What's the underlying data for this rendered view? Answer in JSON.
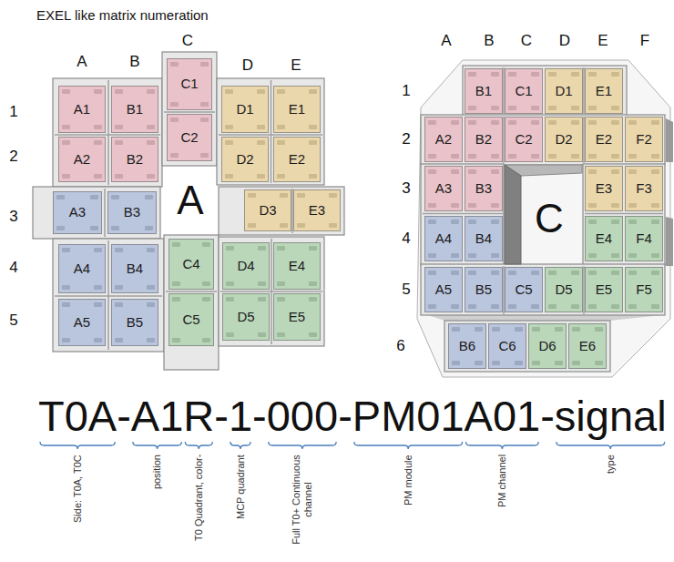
{
  "diagram": {
    "title": "EXEL like matrix numeration",
    "nodes": [
      {
        "text": [
          "A"
        ]
      },
      {
        "text": [
          "A1"
        ],
        "in": 0
      },
      {
        "text": [
          "B1"
        ],
        "in": 0
      },
      {
        "text": [
          "C1"
        ],
        "in": 0
      },
      {
        "text": [
          "D1"
        ],
        "in": 0
      },
      {
        "text": [
          "E1"
        ],
        "in": 0
      },
      {
        "text": [
          "A2"
        ],
        "in": 0
      },
      {
        "text": [
          "B2"
        ],
        "in": 0
      },
      {
        "text": [
          "C2"
        ],
        "in": 0
      },
      {
        "text": [
          "D2"
        ],
        "in": 0
      },
      {
        "text": [
          "E2"
        ],
        "in": 0
      },
      {
        "text": [
          "A3"
        ],
        "in": 0
      },
      {
        "text": [
          "B3"
        ],
        "in": 0
      },
      {
        "text": [
          "D3"
        ],
        "in": 0
      },
      {
        "text": [
          "E3"
        ],
        "in": 0
      },
      {
        "text": [
          "A4"
        ],
        "in": 0
      },
      {
        "text": [
          "B4"
        ],
        "in": 0
      },
      {
        "text": [
          "C4"
        ],
        "in": 0
      },
      {
        "text": [
          "D4"
        ],
        "in": 0
      },
      {
        "text": [
          "E4"
        ],
        "in": 0
      },
      {
        "text": [
          "A5"
        ],
        "in": 0
      },
      {
        "text": [
          "B5"
        ],
        "in": 0
      },
      {
        "text": [
          "C5"
        ],
        "in": 0
      },
      {
        "text": [
          "D5"
        ],
        "in": 0
      },
      {
        "text": [
          "E5"
        ],
        "in": 0
      },
      {
        "text": [
          "C"
        ]
      },
      {
        "text": [
          "B1"
        ],
        "in": 25
      },
      {
        "text": [
          "C1"
        ],
        "in": 25
      },
      {
        "text": [
          "D1"
        ],
        "in": 25
      },
      {
        "text": [
          "E1"
        ],
        "in": 25
      },
      {
        "text": [
          "A2"
        ],
        "in": 25
      },
      {
        "text": [
          "B2"
        ],
        "in": 25
      },
      {
        "text": [
          "C2"
        ],
        "in": 25
      },
      {
        "text": [
          "D2"
        ],
        "in": 25
      },
      {
        "text": [
          "E2"
        ],
        "in": 25
      },
      {
        "text": [
          "F2"
        ],
        "in": 25
      },
      {
        "text": [
          "A3"
        ],
        "in": 25
      },
      {
        "text": [
          "B3"
        ],
        "in": 25
      },
      {
        "text": [
          "E3"
        ],
        "in": 25
      },
      {
        "text": [
          "F3"
        ],
        "in": 25
      },
      {
        "text": [
          "A4"
        ],
        "in": 25
      },
      {
        "text": [
          "B4"
        ],
        "in": 25
      },
      {
        "text": [
          "E4"
        ],
        "in": 25
      },
      {
        "text": [
          "F4"
        ],
        "in": 25
      },
      {
        "text": [
          "A5"
        ],
        "in": 25
      },
      {
        "text": [
          "B5"
        ],
        "in": 25
      },
      {
        "text": [
          "C5"
        ],
        "in": 25
      },
      {
        "text": [
          "D5"
        ],
        "in": 25
      },
      {
        "text": [
          "E5"
        ],
        "in": 25
      },
      {
        "text": [
          "F5"
        ],
        "in": 25
      },
      {
        "text": [
          "B6"
        ],
        "in": 25
      },
      {
        "text": [
          "C6"
        ],
        "in": 25
      },
      {
        "text": [
          "D6"
        ],
        "in": 25
      },
      {
        "text": [
          "E6"
        ],
        "in": 25
      }
    ],
    "labels": [
      "A",
      "B",
      "C",
      "D",
      "E",
      "1",
      "2",
      "3",
      "4",
      "5",
      "A",
      "B",
      "C",
      "D",
      "E",
      "F",
      "1",
      "2",
      "3",
      "4",
      "5",
      "6",
      "T0A-A1R-1-000-PM01A01-signal",
      "Side: T0A, T0C",
      "position",
      "T0 Quadrant, color-",
      "MCP quadrant",
      "Full T0+ Continuous channel",
      "PM module",
      "PM channel",
      "type"
    ]
  }
}
